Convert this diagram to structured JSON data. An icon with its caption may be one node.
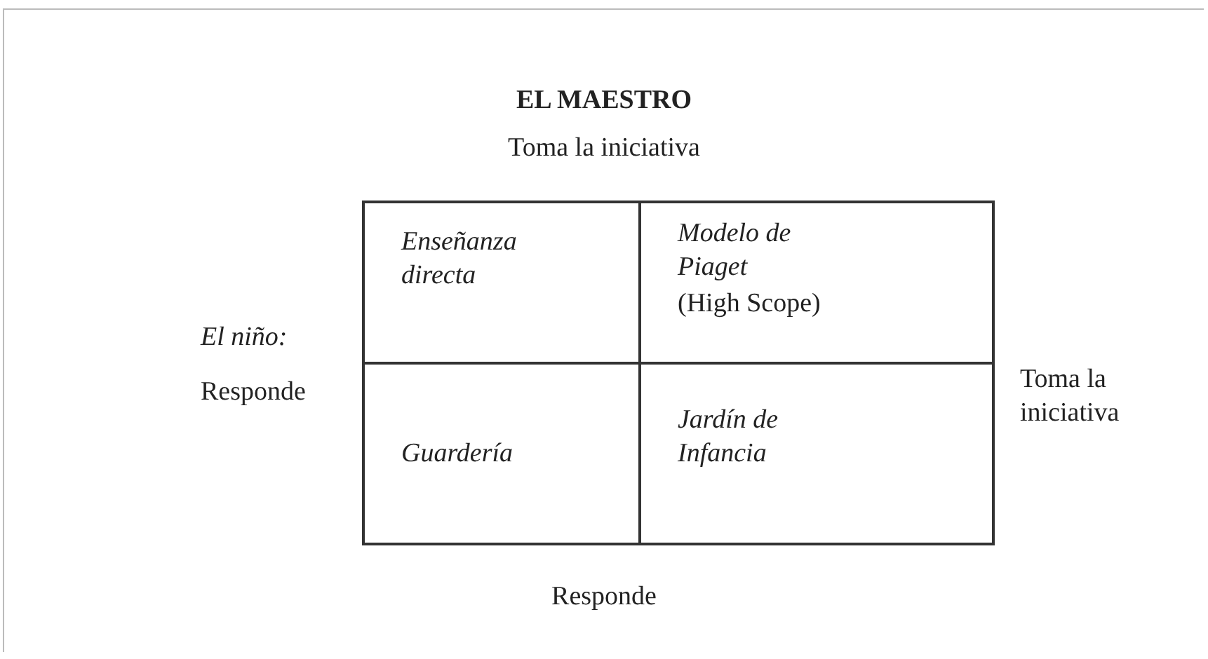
{
  "diagram": {
    "title": "EL MAESTRO",
    "nodes": [
      {
        "text": [
          "Enseñanza directa"
        ]
      },
      {
        "text": [
          "Modelo de Piaget",
          "(High Scope)"
        ]
      },
      {
        "text": [
          "Guardería"
        ]
      },
      {
        "text": [
          "Jardín de Infancia"
        ]
      }
    ],
    "labels": [
      "Toma la iniciativa",
      "El niño:",
      "Responde",
      "Toma la iniciativa",
      "Responde"
    ]
  }
}
